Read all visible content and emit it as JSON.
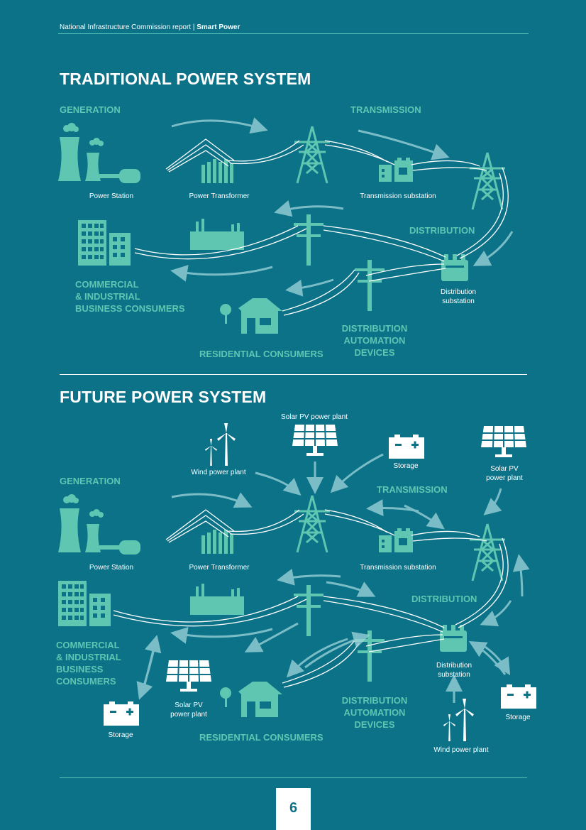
{
  "header": {
    "text": "National Infrastructure Commission report | ",
    "bold": "Smart Power"
  },
  "traditional": {
    "title": "TRADITIONAL POWER SYSTEM",
    "generation": "GENERATION",
    "transmission": "TRANSMISSION",
    "distribution": "DISTRIBUTION",
    "power_station": "Power Station",
    "power_transformer": "Power Transformer",
    "transmission_substation": "Transmission substation",
    "distribution_substation": "Distribution\nsubstation",
    "commercial": "COMMERCIAL\n& INDUSTRIAL\nBUSINESS CONSUMERS",
    "residential": "RESIDENTIAL CONSUMERS",
    "automation": "DISTRIBUTION\nAUTOMATION\nDEVICES"
  },
  "future": {
    "title": "FUTURE POWER SYSTEM",
    "solar_top": "Solar PV power plant",
    "wind_top": "Wind power plant",
    "storage_top": "Storage",
    "solar_right": "Solar PV\npower plant",
    "generation": "GENERATION",
    "transmission": "TRANSMISSION",
    "distribution": "DISTRIBUTION",
    "power_station": "Power Station",
    "power_transformer": "Power Transformer",
    "transmission_substation": "Transmission substation",
    "distribution_substation": "Distribution\nsubstation",
    "commercial": "COMMERCIAL\n& INDUSTRIAL\nBUSINESS\nCONSUMERS",
    "storage_left": "Storage",
    "solar_left": "Solar PV\npower plant",
    "residential": "RESIDENTIAL CONSUMERS",
    "automation": "DISTRIBUTION\nAUTOMATION\nDEVICES",
    "storage_right": "Storage",
    "wind_bottom": "Wind power plant"
  },
  "page_number": "6",
  "colors": {
    "background": "#0c7288",
    "accent": "#5fc6b2",
    "text": "#ffffff"
  }
}
